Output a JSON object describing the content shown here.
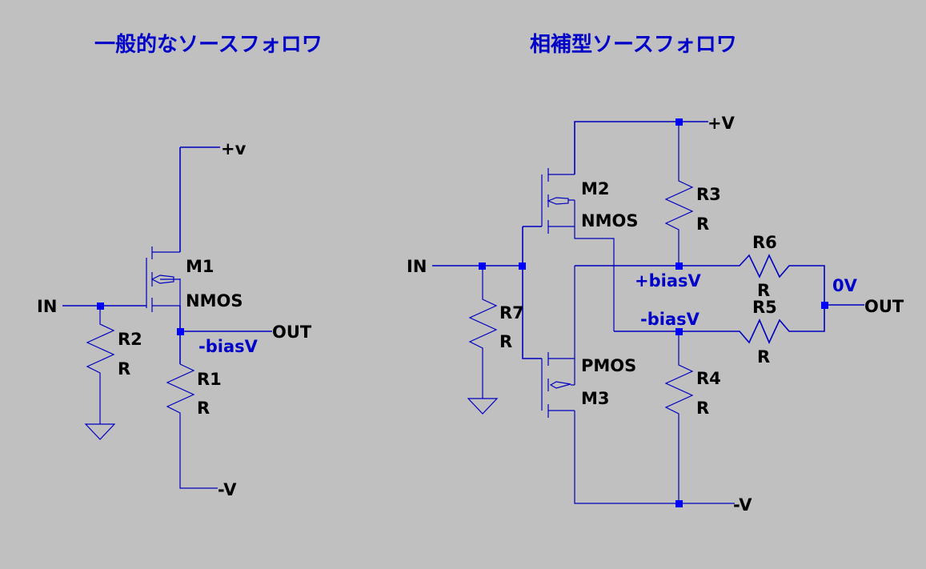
{
  "left_circuit": {
    "title": "一般的なソースフォロワ",
    "input_label": "IN",
    "output_label": "OUT",
    "pos_supply": "+v",
    "neg_supply": "-V",
    "net_label": "-biasV",
    "transistor": {
      "name": "M1",
      "type": "NMOS"
    },
    "resistors": [
      {
        "name": "R1",
        "value": "R"
      },
      {
        "name": "R2",
        "value": "R"
      }
    ]
  },
  "right_circuit": {
    "title": "相補型ソースフォロワ",
    "input_label": "IN",
    "output_label": "OUT",
    "pos_supply": "+V",
    "neg_supply": "-V",
    "net_labels": {
      "pos_bias": "+biasV",
      "neg_bias": "-biasV",
      "out": "0V"
    },
    "transistors": [
      {
        "name": "M2",
        "type": "NMOS"
      },
      {
        "name": "M3",
        "type": "PMOS"
      }
    ],
    "resistors": [
      {
        "name": "R3",
        "value": "R"
      },
      {
        "name": "R4",
        "value": "R"
      },
      {
        "name": "R5",
        "value": "R"
      },
      {
        "name": "R6",
        "value": "R"
      },
      {
        "name": "R7",
        "value": "R"
      }
    ]
  },
  "colors": {
    "background": "#c0c0c0",
    "wire": "#0000c0",
    "node": "#0000ff",
    "net_label": "#0000c8",
    "text": "#000000"
  }
}
